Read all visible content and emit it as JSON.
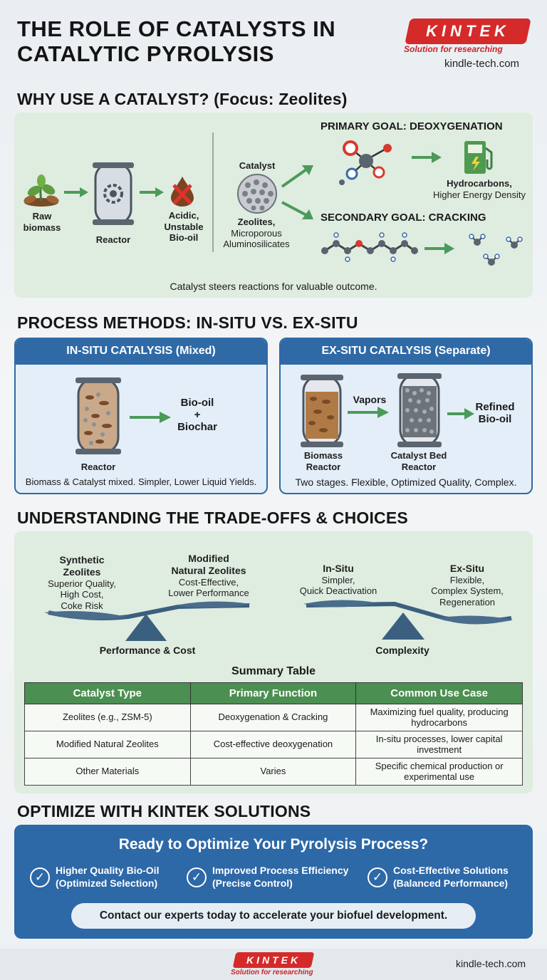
{
  "header": {
    "title_line1": "THE ROLE OF CATALYSTS IN",
    "title_line2": "CATALYTIC PYROLYSIS",
    "logo_text": "KINTEK",
    "logo_tagline": "Solution for researching",
    "site": "kindle-tech.com"
  },
  "why": {
    "title": "WHY USE A CATALYST? (Focus: Zeolites)",
    "raw_biomass": "Raw\nbiomass",
    "reactor": "Reactor",
    "bio_oil": "Acidic,\nUnstable\nBio-oil",
    "catalyst": "Catalyst",
    "zeolites_bold": "Zeolites,",
    "zeolites_rest": "Microporous\nAluminosilicates",
    "primary_goal": "PRIMARY GOAL: DEOXYGENATION",
    "hydrocarbons_bold": "Hydrocarbons,",
    "hydrocarbons_rest": "Higher Energy Density",
    "secondary_goal": "SECONDARY GOAL: CRACKING",
    "caption": "Catalyst steers reactions for valuable outcome."
  },
  "process": {
    "title": "PROCESS METHODS: IN-SITU VS. EX-SITU",
    "insitu": {
      "header": "IN-SITU CATALYSIS (Mixed)",
      "output": "Bio-oil\n+\nBiochar",
      "reactor": "Reactor",
      "caption": "Biomass & Catalyst mixed. Simpler, Lower Liquid Yields."
    },
    "exsitu": {
      "header": "EX-SITU CATALYSIS (Separate)",
      "vapors": "Vapors",
      "output": "Refined\nBio-oil",
      "biomass_reactor": "Biomass\nReactor",
      "catalyst_reactor": "Catalyst Bed\nReactor",
      "caption": "Two stages. Flexible, Optimized Quality, Complex."
    }
  },
  "tradeoffs": {
    "title": "UNDERSTANDING THE TRADE-OFFS & CHOICES",
    "synthetic_title": "Synthetic\nZeolites",
    "synthetic_desc": "Superior Quality,\nHigh Cost,\nCoke Risk",
    "modified_title": "Modified\nNatural Zeolites",
    "modified_desc": "Cost-Effective,\nLower Performance",
    "perf_label": "Performance & Cost",
    "insitu_title": "In-Situ",
    "insitu_desc": "Simpler,\nQuick Deactivation",
    "exsitu_title": "Ex-Situ",
    "exsitu_desc": "Flexible,\nComplex System,\nRegeneration",
    "complexity_label": "Complexity",
    "table_title": "Summary Table",
    "table_headers": [
      "Catalyst Type",
      "Primary Function",
      "Common Use Case"
    ],
    "table_rows": [
      [
        "Zeolites (e.g., ZSM-5)",
        "Deoxygenation & Cracking",
        "Maximizing fuel quality, producing hydrocarbons"
      ],
      [
        "Modified Natural Zeolites",
        "Cost-effective deoxygenation",
        "In-situ processes, lower capital investment"
      ],
      [
        "Other Materials",
        "Varies",
        "Specific chemical production or experimental use"
      ]
    ]
  },
  "optimize": {
    "title": "OPTIMIZE WITH KINTEK SOLUTIONS",
    "cta_title": "Ready to Optimize Your Pyrolysis Process?",
    "features": [
      {
        "line1": "Higher Quality Bio-Oil",
        "line2": "(Optimized Selection)"
      },
      {
        "line1": "Improved Process Efficiency",
        "line2": "(Precise Control)"
      },
      {
        "line1": "Cost-Effective Solutions",
        "line2": "(Balanced Performance)"
      }
    ],
    "contact": "Contact our experts today to accelerate your biofuel development."
  },
  "footer": {
    "logo_text": "KINTEK",
    "logo_tagline": "Solution for researching",
    "site": "kindle-tech.com"
  },
  "colors": {
    "brand_red": "#d42a2a",
    "brand_blue": "#2f6aa6",
    "panel_green": "#dfece0",
    "arrow_green": "#4c9a5a"
  }
}
